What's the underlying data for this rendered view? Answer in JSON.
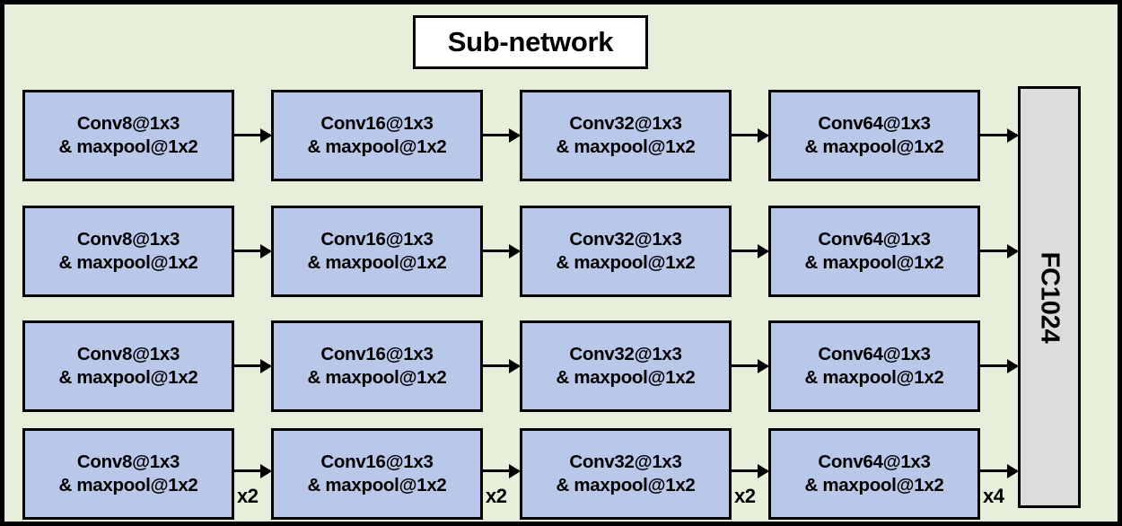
{
  "diagram": {
    "title": "Sub-network",
    "background_color": "#e6efd9",
    "border_color": "#000000",
    "block_color": "#b9c7e8",
    "fc_color": "#dcdcdc",
    "title_bg_color": "#ffffff"
  },
  "rows": [
    {
      "blocks": [
        {
          "line1": "Conv8@1x3",
          "line2": "& maxpool@1x2"
        },
        {
          "line1": "Conv16@1x3",
          "line2": "& maxpool@1x2"
        },
        {
          "line1": "Conv32@1x3",
          "line2": "& maxpool@1x2"
        },
        {
          "line1": "Conv64@1x3",
          "line2": "& maxpool@1x2"
        }
      ]
    },
    {
      "blocks": [
        {
          "line1": "Conv8@1x3",
          "line2": "& maxpool@1x2"
        },
        {
          "line1": "Conv16@1x3",
          "line2": "& maxpool@1x2"
        },
        {
          "line1": "Conv32@1x3",
          "line2": "& maxpool@1x2"
        },
        {
          "line1": "Conv64@1x3",
          "line2": "& maxpool@1x2"
        }
      ]
    },
    {
      "blocks": [
        {
          "line1": "Conv8@1x3",
          "line2": "& maxpool@1x2"
        },
        {
          "line1": "Conv16@1x3",
          "line2": "& maxpool@1x2"
        },
        {
          "line1": "Conv32@1x3",
          "line2": "& maxpool@1x2"
        },
        {
          "line1": "Conv64@1x3",
          "line2": "& maxpool@1x2"
        }
      ]
    },
    {
      "blocks": [
        {
          "line1": "Conv8@1x3",
          "line2": "& maxpool@1x2"
        },
        {
          "line1": "Conv16@1x3",
          "line2": "& maxpool@1x2"
        },
        {
          "line1": "Conv32@1x3",
          "line2": "& maxpool@1x2"
        },
        {
          "line1": "Conv64@1x3",
          "line2": "& maxpool@1x2"
        }
      ]
    }
  ],
  "multipliers": [
    {
      "label": "x2"
    },
    {
      "label": "x2"
    },
    {
      "label": "x2"
    },
    {
      "label": "x4"
    }
  ],
  "output": {
    "label": "FC1024"
  }
}
